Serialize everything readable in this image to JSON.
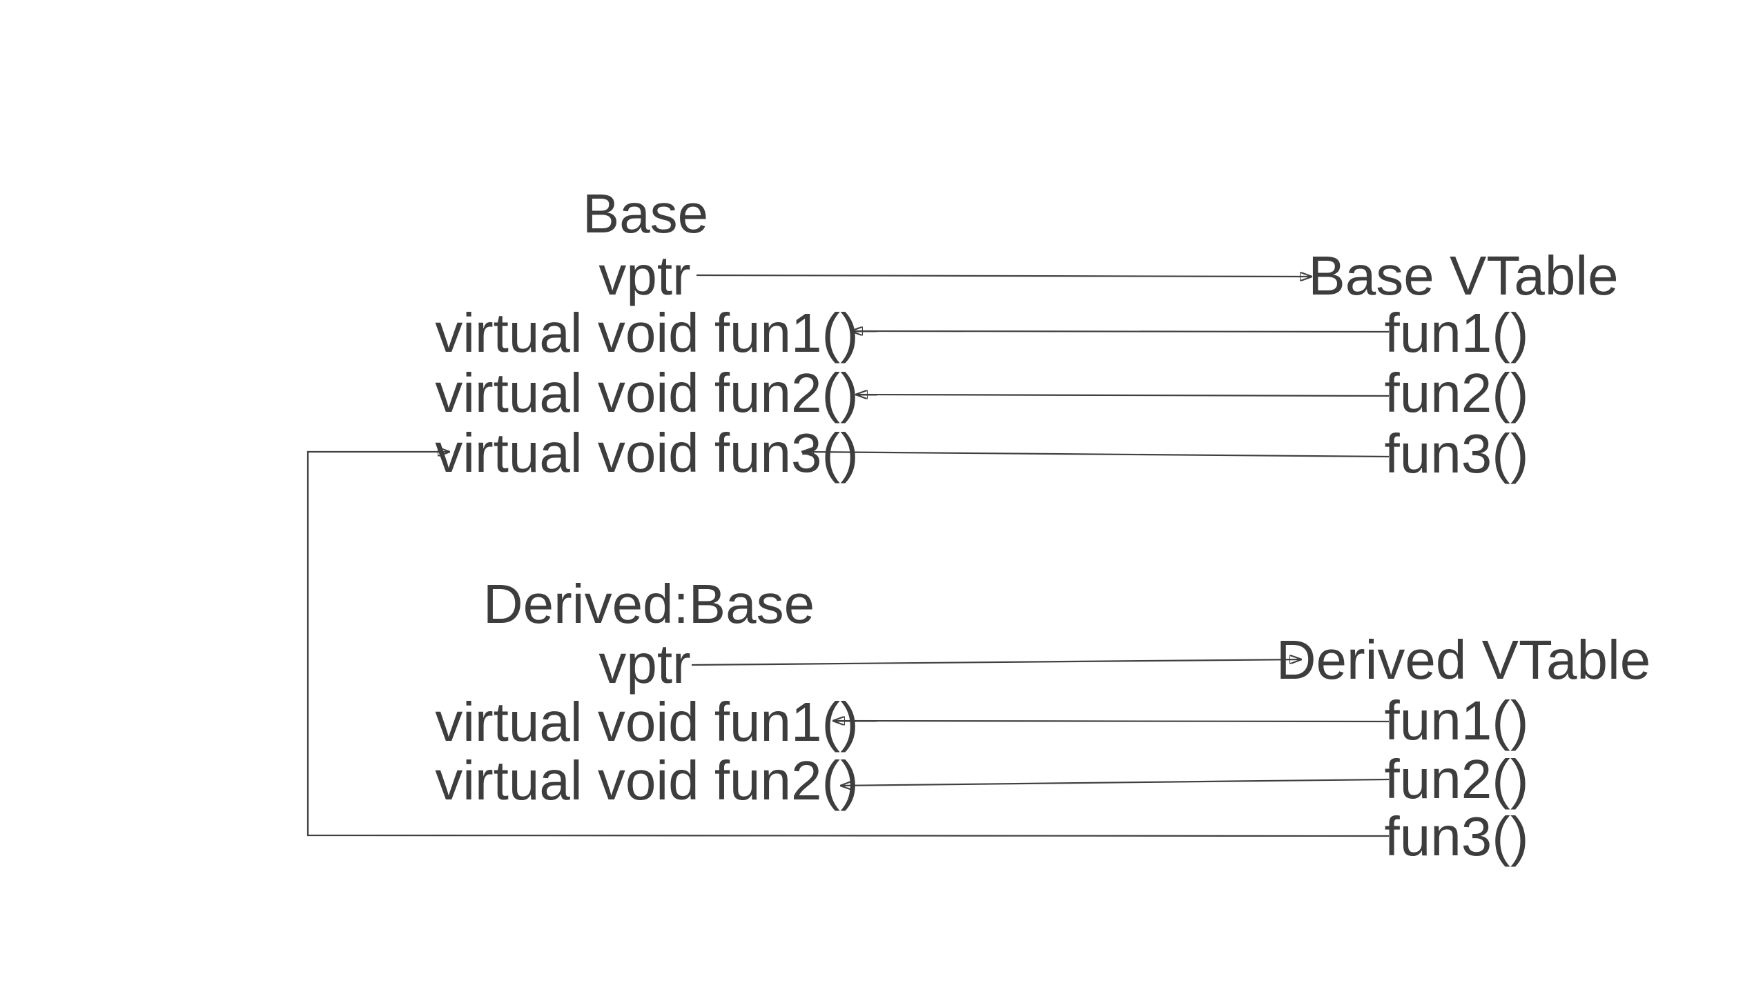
{
  "diagram": {
    "colors": {
      "background": "#ffffff",
      "text": "#3d3d3d",
      "line": "#404040"
    },
    "base_class": {
      "title": "Base",
      "fields": [
        "vptr",
        "virtual void fun1()",
        "virtual void fun2()",
        "virtual void fun3()"
      ]
    },
    "base_vtable": {
      "title": "Base VTable",
      "entries": [
        "fun1()",
        "fun2()",
        "fun3()"
      ]
    },
    "derived_class": {
      "title": "Derived:Base",
      "fields": [
        "vptr",
        "virtual void fun1()",
        "virtual void fun2()"
      ]
    },
    "derived_vtable": {
      "title": "Derived VTable",
      "entries": [
        "fun1()",
        "fun2()",
        "fun3()"
      ]
    }
  }
}
